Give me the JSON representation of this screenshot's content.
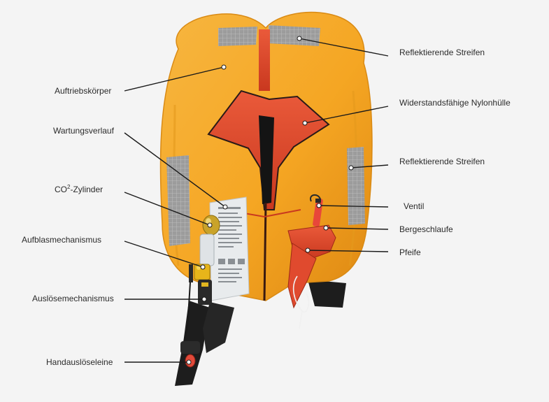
{
  "labels": {
    "reflective_top": "Reflektierende Streifen",
    "buoyancy_body": "Auftriebskörper",
    "nylon_cover": "Widerstandsfähige Nylonhülle",
    "service_history": "Wartungsverlauf",
    "reflective_side": "Reflektierende Streifen",
    "co2_prefix": "CO",
    "co2_sup": "2",
    "co2_suffix": "-Zylinder",
    "valve": "Ventil",
    "rescue_loop": "Bergeschlaufe",
    "inflation_mechanism": "Aufblasmechanismus",
    "whistle": "Pfeife",
    "trigger_mechanism": "Auslösemechanismus",
    "manual_pull_cord": "Handauslöseleine"
  },
  "colors": {
    "background": "#f4f4f4",
    "orange": "#f5a623",
    "orange_dark": "#e08a12",
    "red": "#e2452b",
    "red_dark": "#b8301c",
    "reflective": "#9a9a9a",
    "black": "#1d1d1d",
    "label_panel": "#e9ecee",
    "leader_line": "#1a1a1a"
  }
}
